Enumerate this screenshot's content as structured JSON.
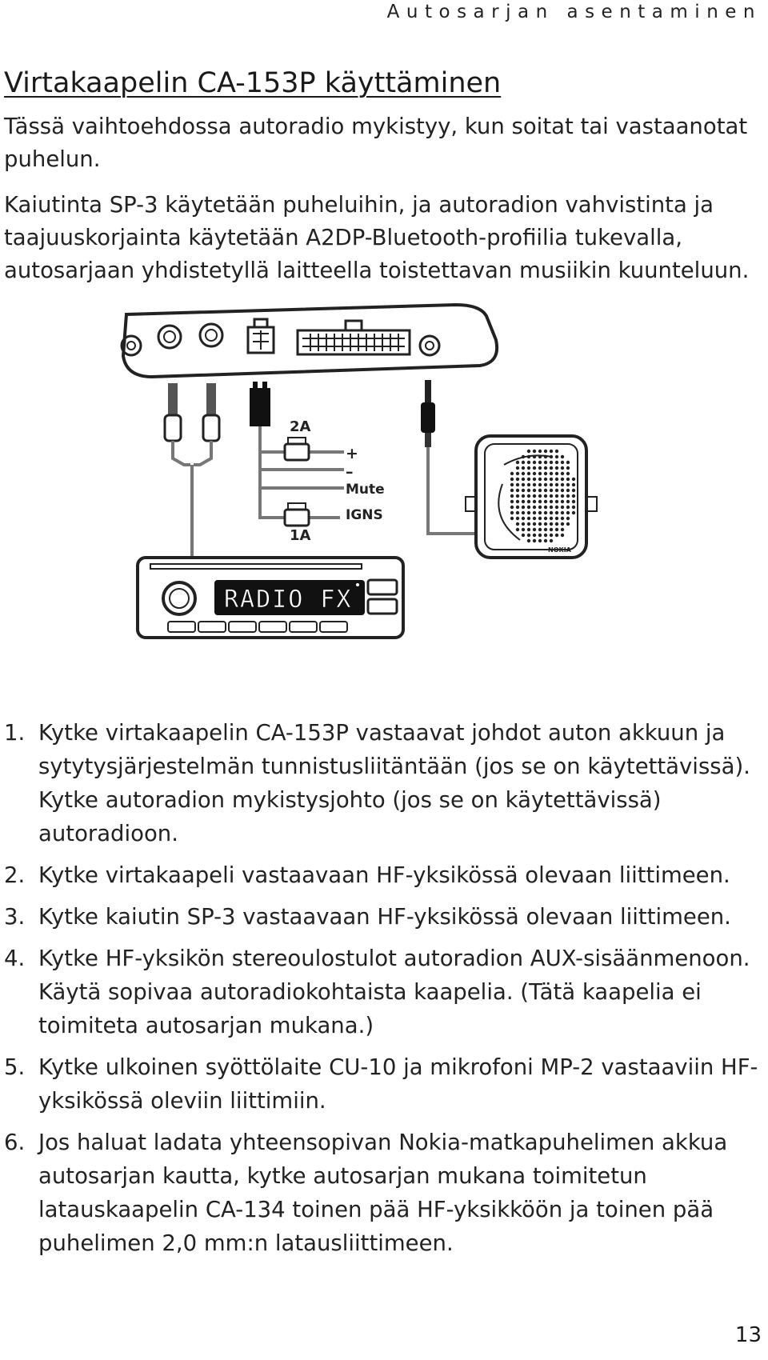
{
  "header": {
    "running_title": "Autosarjan asentaminen"
  },
  "title": "Virtakaapelin CA-153P käyttäminen",
  "intro": [
    "Tässä vaihtoehdossa autoradio mykistyy, kun soitat tai vastaanotat puhelun.",
    "Kaiutinta SP-3 käytetään puheluihin, ja autoradion vahvistinta ja taajuuskorjainta käytetään A2DP-Bluetooth-profiilia tukevalla, autosarjaan yhdistetyllä laitteella toistettavan musiikin kuunteluun."
  ],
  "diagram": {
    "fuse_top": "2A",
    "fuse_bottom": "1A",
    "wire_labels": [
      "+",
      "–",
      "Mute",
      "IGNS"
    ],
    "radio_display": "RADIO FX",
    "speaker_brand": "NOKIA"
  },
  "steps": [
    {
      "num": "1.",
      "text": "Kytke virtakaapelin CA-153P vastaavat johdot auton akkuun ja sytytysjärjestelmän tunnistusliitäntään (jos se on käytettävissä). Kytke autoradion mykistysjohto (jos se on käytettävissä) autoradioon."
    },
    {
      "num": "2.",
      "text": "Kytke virtakaapeli vastaavaan HF-yksikössä olevaan liittimeen."
    },
    {
      "num": "3.",
      "text": "Kytke kaiutin SP-3 vastaavaan HF-yksikössä olevaan liittimeen."
    },
    {
      "num": "4.",
      "text": "Kytke HF-yksikön stereoulostulot autoradion AUX-sisäänmenoon. Käytä sopivaa autoradiokohtaista kaapelia. (Tätä kaapelia ei toimiteta autosarjan mukana.)"
    },
    {
      "num": "5.",
      "text": "Kytke ulkoinen syöttölaite CU-10 ja mikrofoni MP-2 vastaaviin HF-yksikössä oleviin liittimiin."
    },
    {
      "num": "6.",
      "text": "Jos haluat ladata yhteensopivan Nokia-matkapuhelimen akkua autosarjan kautta, kytke autosarjan mukana toimitetun latauskaapelin CA-134 toinen pää HF-yksikköön ja toinen pää puhelimen 2,0 mm:n latausliittimeen."
    }
  ],
  "page_number": "13"
}
